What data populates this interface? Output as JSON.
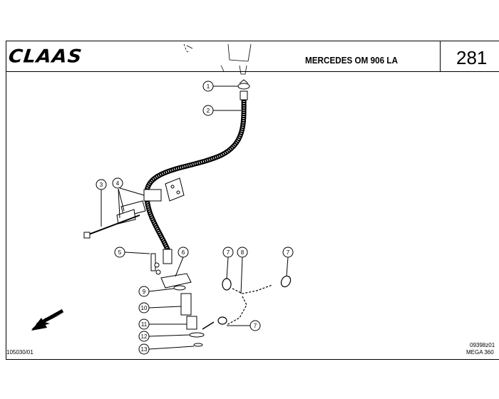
{
  "header": {
    "brand_logo": "CLAAS",
    "engine_title": "MERCEDES OM 906 LA",
    "page_number": "281"
  },
  "footer": {
    "document_number": "105030/01",
    "drawing_reference": "09398z01",
    "machine_model": "MEGA 360"
  },
  "diagram": {
    "arrow_icon": "direction-arrow-icon",
    "callouts": [
      {
        "id": "c1",
        "label": "1"
      },
      {
        "id": "c2",
        "label": "2"
      },
      {
        "id": "c3",
        "label": "3"
      },
      {
        "id": "c4",
        "label": "4"
      },
      {
        "id": "c5",
        "label": "5"
      },
      {
        "id": "c6",
        "label": "6"
      },
      {
        "id": "c7a",
        "label": "7"
      },
      {
        "id": "c8",
        "label": "8"
      },
      {
        "id": "c7b",
        "label": "7"
      },
      {
        "id": "c9",
        "label": "9"
      },
      {
        "id": "c10",
        "label": "10"
      },
      {
        "id": "c7c",
        "label": "7"
      },
      {
        "id": "c11",
        "label": "11"
      },
      {
        "id": "c12",
        "label": "12"
      },
      {
        "id": "c13",
        "label": "13"
      }
    ]
  }
}
